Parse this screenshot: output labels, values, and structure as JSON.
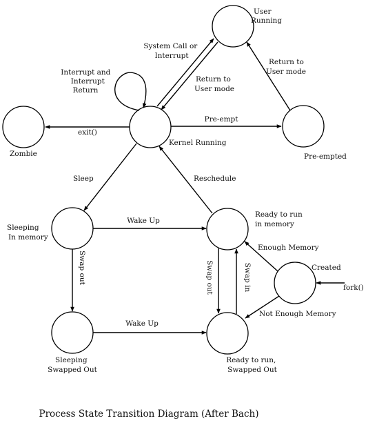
{
  "states": {
    "user_running": [
      "User",
      "Running"
    ],
    "kernel_running": [
      "Kernel Running"
    ],
    "zombie": [
      "Zombie"
    ],
    "preempted": [
      "Pre-empted"
    ],
    "sleeping_in_memory": [
      "Sleeping",
      "In memory"
    ],
    "ready_in_memory": [
      "Ready to run",
      "in memory"
    ],
    "created": [
      "Created"
    ],
    "sleeping_swapped": [
      "Sleeping",
      "Swapped Out"
    ],
    "ready_swapped": [
      "Ready to run,",
      "Swapped Out"
    ]
  },
  "transitions": {
    "system_call": [
      "System Call or",
      "Interrupt"
    ],
    "return_to_user_kernel": [
      "Return to",
      "User mode"
    ],
    "return_to_user_preempted": [
      "Return to",
      "User mode"
    ],
    "interrupt_return": [
      "Interrupt and",
      "Interrupt",
      "Return"
    ],
    "exit": "exit()",
    "preempt": "Pre-empt",
    "sleep": "Sleep",
    "reschedule": "Reschedule",
    "wake_up_memory": "Wake Up",
    "wake_up_swapped": "Wake Up",
    "swap_out_sleeping": "Swap out",
    "swap_out_ready": "Swap out",
    "swap_in": "Swap in",
    "enough_memory": "Enough Memory",
    "not_enough_memory": "Not Enough Memory",
    "fork": "fork()"
  },
  "caption": "Process State Transition Diagram (After Bach)"
}
